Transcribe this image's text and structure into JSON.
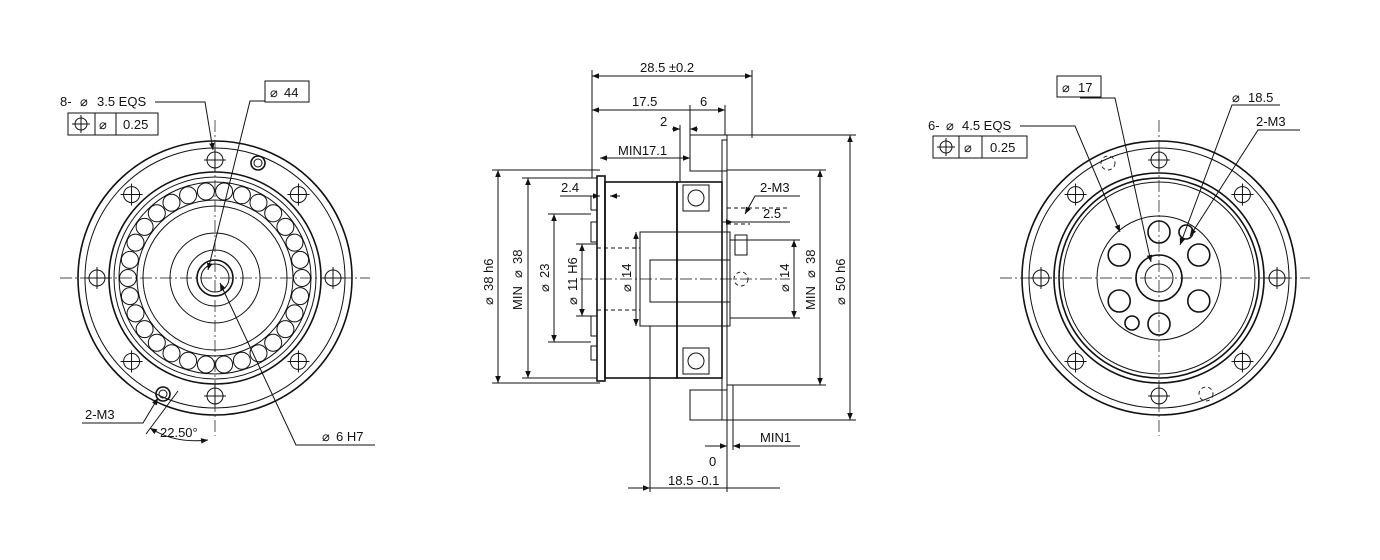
{
  "left_view": {
    "holes_callout": "8-",
    "holes_size": "3.5 EQS",
    "holes_tolerance": "0.25",
    "bore_box": "44",
    "tap_label": "2-M3",
    "angle_label": "22.50°",
    "center_bore": "6 H7"
  },
  "middle_view": {
    "overall_length": "28.5 ±0.2",
    "dim_17_5": "17.5",
    "dim_6": "6",
    "dim_2": "2",
    "min_17_1": "MIN17.1",
    "dim_2_4": "2.4",
    "tap_label": "2-M3",
    "dim_2_5": "2.5",
    "dia_38_h6": "38 h6",
    "min_38": "MIN",
    "dia_38": "38",
    "dia_23": "23",
    "dia_11_h6": "11 H6",
    "dia_14_left": "14",
    "dia_14_right": "14",
    "min_38_right": "MIN",
    "dia_38_right": "38",
    "dia_50_h6": "50 h6",
    "min_1": "MIN1",
    "zero": "0",
    "bottom_len": "18.5 -0.1"
  },
  "right_view": {
    "bore_box": "17",
    "dia_18_5": "18.5",
    "tap_label": "2-M3",
    "holes_callout": "6-",
    "holes_size": "4.5 EQS",
    "holes_tolerance": "0.25"
  },
  "symbols": {
    "diameter": "⌀",
    "position": "⌖"
  }
}
